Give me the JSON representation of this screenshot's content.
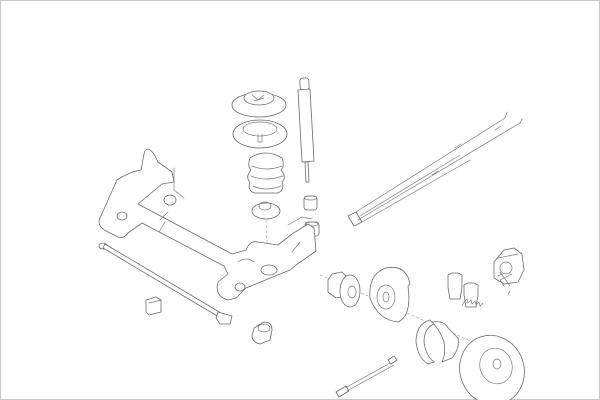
{
  "diagram": {
    "kind": "exploded-view line drawing",
    "colors": {
      "background": "#ffffff",
      "line": "#6a6a6a",
      "frame": "#c8c8c8"
    },
    "parts": [
      "top-mount",
      "spring-seat",
      "bump-stop-bellow",
      "lower-spring-pad",
      "shock-absorber",
      "shock-bushing-upper",
      "shock-bushing-lower",
      "rear-axle-beam",
      "axle-bushing",
      "panhard-rod",
      "rod-bushing",
      "handbrake-cables",
      "wheel-hub",
      "brake-backing-plate",
      "brake-shoes",
      "abs-sensor",
      "brake-pads",
      "return-spring",
      "brake-caliper",
      "caliper-clip",
      "brake-disc"
    ]
  }
}
